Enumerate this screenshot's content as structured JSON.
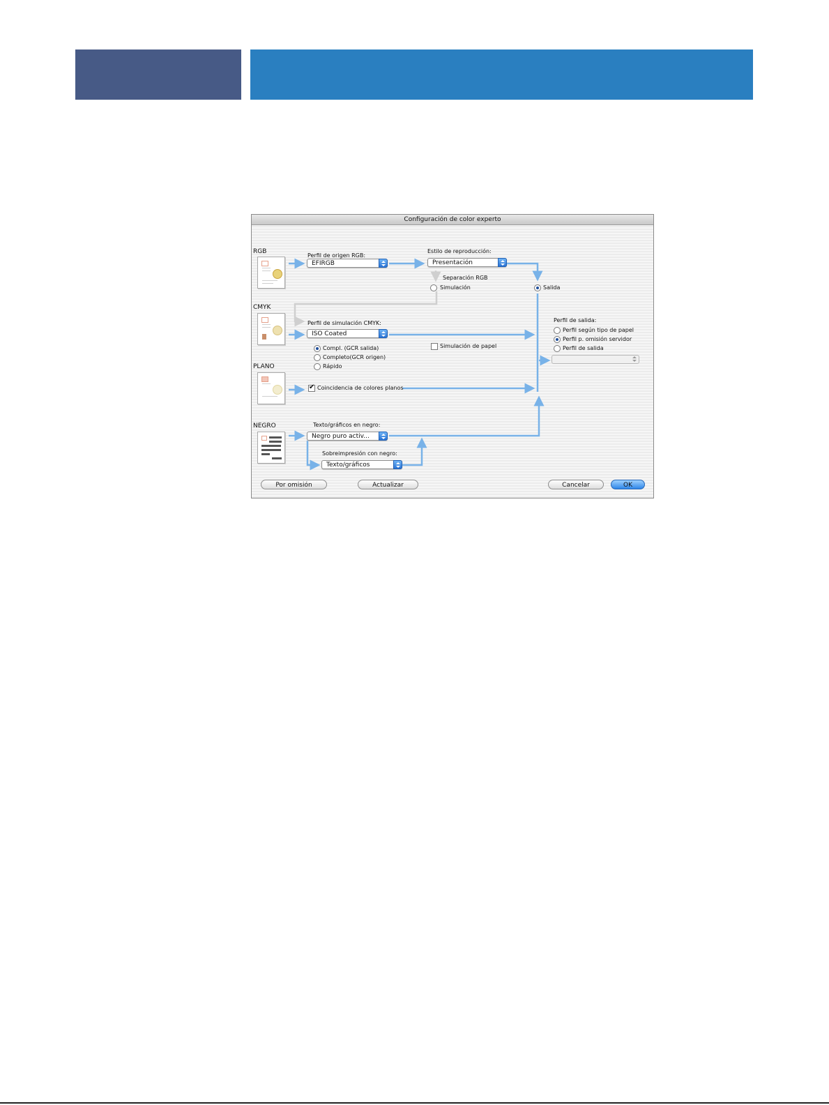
{
  "dialog": {
    "title": "Configuración de color experto",
    "sections": {
      "rgb": "RGB",
      "cmyk": "CMYK",
      "plano": "PLANO",
      "negro": "NEGRO"
    },
    "rgb_source": {
      "label": "Perfil de origen RGB:",
      "value": "EFIRGB"
    },
    "rendering_style": {
      "label": "Estilo de reproducción:",
      "value": "Presentación"
    },
    "rgb_separation": {
      "label": "Separación RGB",
      "simulation": "Simulación",
      "output": "Salida",
      "selected": "Salida"
    },
    "cmyk_simulation": {
      "label": "Perfil de simulación CMYK:",
      "value": "ISO Coated"
    },
    "cmyk_method": {
      "options": [
        "Compl. (GCR salida)",
        "Completo(GCR origen)",
        "Rápido"
      ],
      "selected": "Compl. (GCR salida)"
    },
    "paper_simulation": {
      "label": "Simulación de papel",
      "checked": false
    },
    "output_profile": {
      "label": "Perfil de salida:",
      "options": [
        "Perfil según tipo de papel",
        "Perfil p. omisión servidor",
        "Perfil de salida"
      ],
      "selected": "Perfil p. omisión servidor",
      "dropdown_value": ""
    },
    "spot_match": {
      "label": "Coincidencia de colores planos",
      "checked": true
    },
    "black_text": {
      "label": "Texto/gráficos en negro:",
      "value": "Negro puro activ..."
    },
    "black_overprint": {
      "label": "Sobreimpresión con negro:",
      "value": "Texto/gráficos"
    },
    "buttons": {
      "defaults": "Por omisión",
      "update": "Actualizar",
      "cancel": "Cancelar",
      "ok": "OK"
    }
  },
  "colors": {
    "header_left": "#475a86",
    "header_right": "#2a7fc0",
    "flow_arrow": "#78b2e8",
    "default_button": "#2f86e8"
  }
}
